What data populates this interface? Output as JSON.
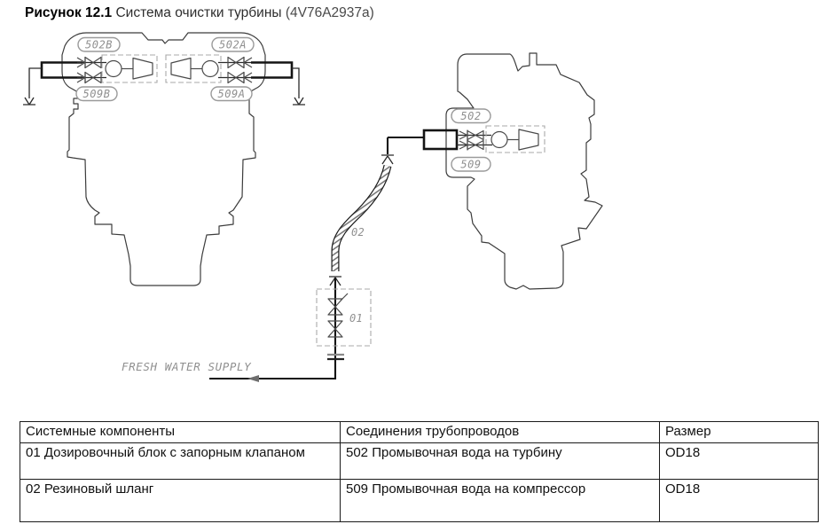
{
  "figure": {
    "number": "Рисунок 12.1",
    "title": "Система очистки турбины",
    "code": "(4V76A2937a)"
  },
  "diagram": {
    "ports": {
      "p502B": "502B",
      "p502A": "502A",
      "p509B": "509B",
      "p509A": "509A",
      "p502": "502",
      "p509": "509"
    },
    "item_01": "01",
    "item_02": "02",
    "supply_label": "FRESH WATER SUPPLY"
  },
  "colors": {
    "line": "#3c3c3c",
    "pipe": "#141414",
    "annotation_gray": "#8f8f8f"
  },
  "table": {
    "headers": [
      "Системные компоненты",
      "Соединения трубопроводов",
      "Размер"
    ],
    "rows": [
      [
        "01 Дозировочный блок с запорным клапаном",
        "502 Промывочная вода на турбину",
        "OD18"
      ],
      [
        "02 Резиновый шланг",
        "509 Промывочная вода на компрессор",
        "OD18"
      ]
    ]
  }
}
